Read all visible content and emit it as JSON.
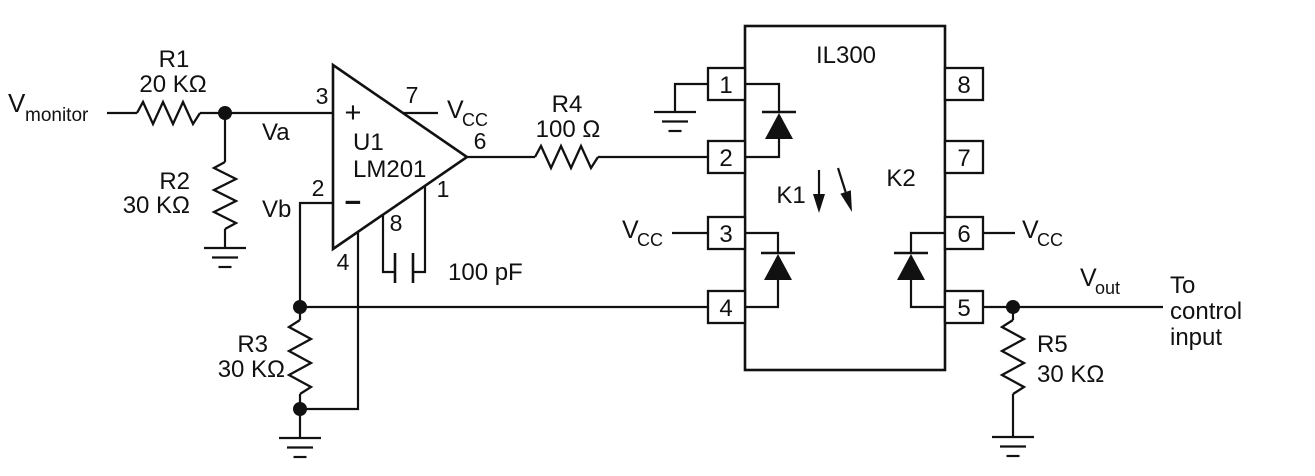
{
  "labels": {
    "v_monitor": {
      "base": "V",
      "sub": "monitor"
    },
    "vcc": {
      "base": "V",
      "sub": "CC"
    },
    "v_out": {
      "base": "V",
      "sub": "out"
    },
    "va": "Va",
    "vb": "Vb"
  },
  "components": {
    "r1": {
      "ref": "R1",
      "value": "20 KΩ"
    },
    "r2": {
      "ref": "R2",
      "value": "30 KΩ"
    },
    "r3": {
      "ref": "R3",
      "value": "30 KΩ"
    },
    "r4": {
      "ref": "R4",
      "value": "100 Ω"
    },
    "r5": {
      "ref": "R5",
      "value": "30 KΩ"
    },
    "c1": {
      "value": "100 pF"
    },
    "u1": {
      "ref": "U1",
      "part": "LM201",
      "plus": "+",
      "minus": "−",
      "pin1": "1",
      "pin2": "2",
      "pin3": "3",
      "pin4": "4",
      "pin6": "6",
      "pin7": "7",
      "pin8": "8"
    },
    "il300": {
      "name": "IL300",
      "k1": "K1",
      "k2": "K2",
      "pins_left": [
        "1",
        "2",
        "3",
        "4"
      ],
      "pins_right": [
        "8",
        "7",
        "6",
        "5"
      ]
    }
  },
  "output_note": {
    "line1": "To",
    "line2": "control",
    "line3": "input"
  },
  "colors": {
    "ink": "#111111",
    "background": "#ffffff"
  }
}
